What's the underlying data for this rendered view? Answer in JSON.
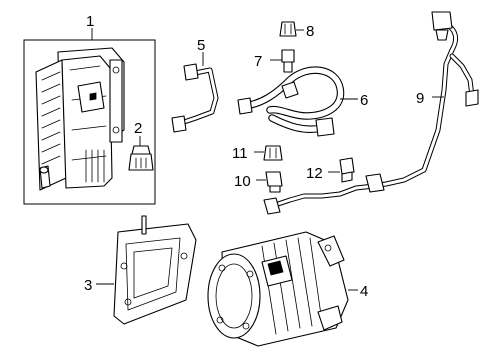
{
  "labels": {
    "p1": "1",
    "p2": "2",
    "p3": "3",
    "p4": "4",
    "p5": "5",
    "p6": "6",
    "p7": "7",
    "p8": "8",
    "p9": "9",
    "p10": "10",
    "p11": "11",
    "p12": "12"
  }
}
